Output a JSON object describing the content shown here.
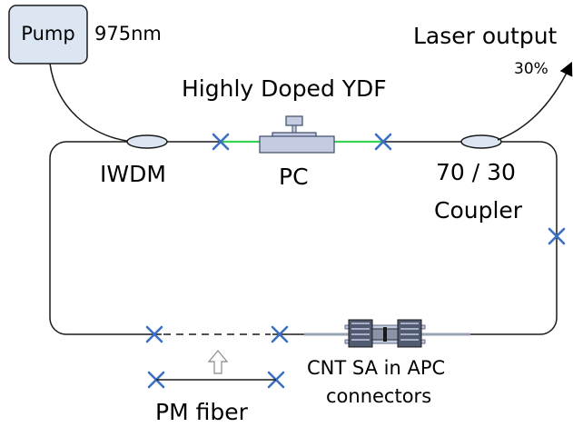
{
  "labels": {
    "pump": "Pump",
    "wavelength": "975nm",
    "laser_output": "Laser output",
    "output_percent": "30%",
    "ydf": "Highly Doped YDF",
    "iwdm": "IWDM",
    "pc": "PC",
    "coupler_line1": "70 / 30",
    "coupler_line2": "Coupler",
    "cnt_line1": "CNT SA in APC",
    "cnt_line2": "connectors",
    "pm_fiber": "PM fiber"
  },
  "colors": {
    "fiber": "#1a1a1a",
    "doped_fiber": "#39d353",
    "splice": "#3a6fc4",
    "pump_box": "#dce6f2",
    "component": "#c5cbe0",
    "component_stroke": "#3b4a6b"
  }
}
